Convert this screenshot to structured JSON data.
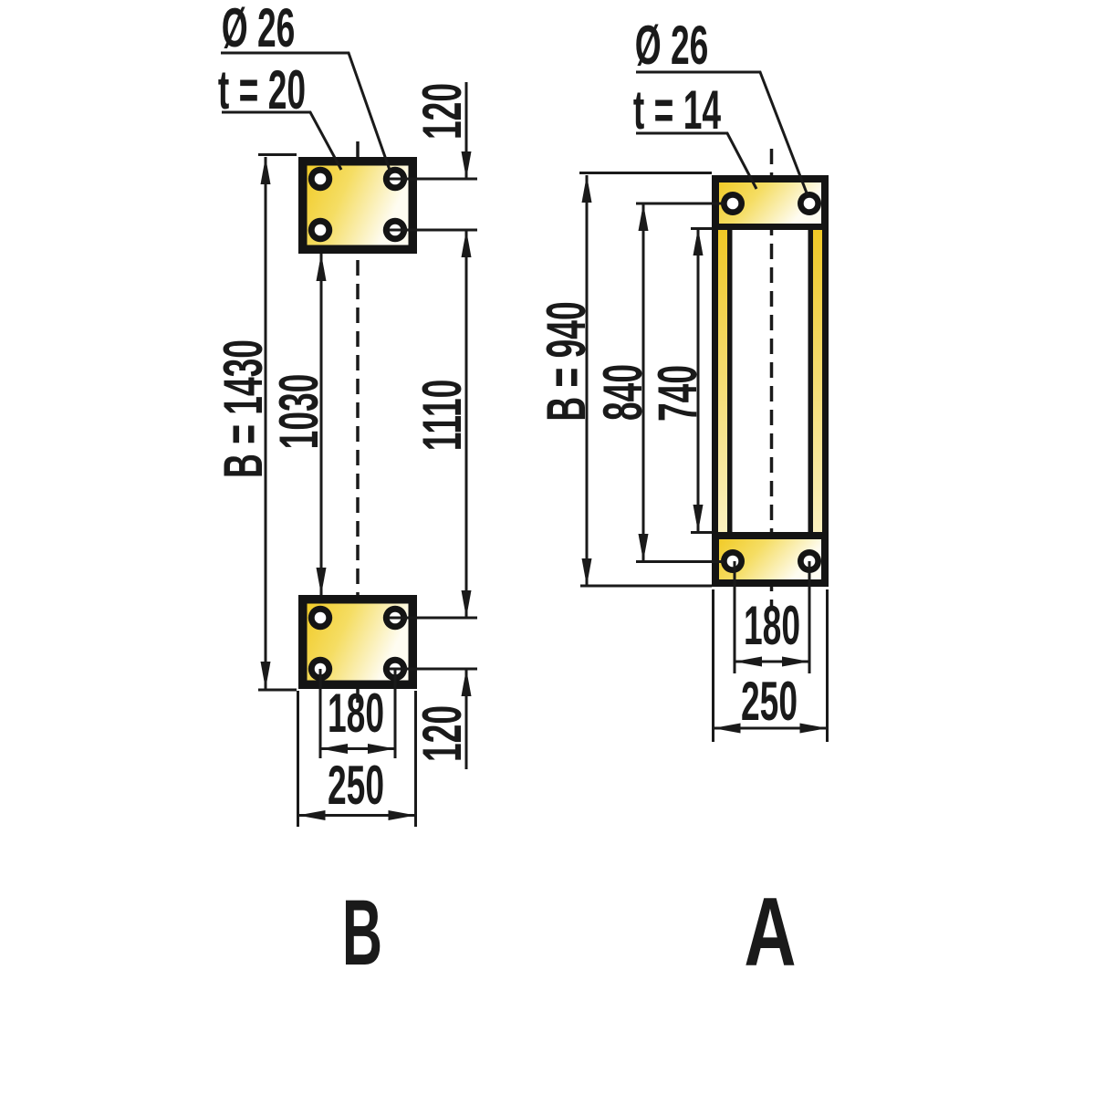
{
  "colors": {
    "plate_gold": "#F1CB28",
    "plate_mid": "#F5DD63",
    "plate_pale": "#FEFCF1",
    "post_gold": "#EFC826",
    "post_pale": "#FAF0BF",
    "line": "#1A1A1A"
  },
  "view_b": {
    "letter": "B",
    "hole_diameter_label": "Ø 26",
    "thickness_label": "t = 20",
    "overall_height": "B = 1430",
    "plate_gap": "1030",
    "hole_row_span": "1110",
    "hole_offset_top": "120",
    "hole_offset_bottom": "120",
    "hole_spacing": "180",
    "plate_width": "250"
  },
  "view_a": {
    "letter": "A",
    "hole_diameter_label": "Ø 26",
    "thickness_label": "t = 14",
    "overall_height": "B = 940",
    "hole_row_span": "840",
    "plate_gap": "740",
    "hole_spacing": "180",
    "plate_width": "250"
  }
}
